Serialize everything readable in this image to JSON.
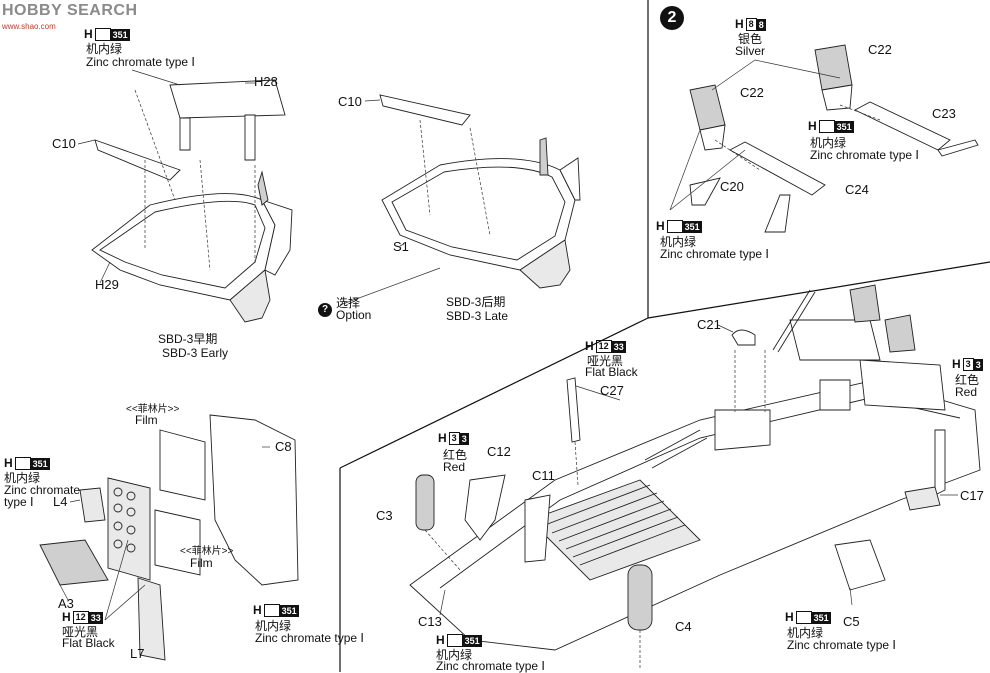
{
  "watermark": {
    "brand": "HOBBY SEARCH",
    "url": "www.shao.com"
  },
  "step_number": "2",
  "option_symbol": "?",
  "paints": {
    "zinc": {
      "code": "351",
      "zh": "机内绿",
      "en": "Zinc chromate type Ⅰ"
    },
    "silver": {
      "code": "8",
      "zh": "银色",
      "en": "Silver"
    },
    "red": {
      "code": "3",
      "zh": "红色",
      "en": "Red"
    },
    "flat_black": {
      "code": "12",
      "code2": "33",
      "zh": "哑光黑",
      "en": "Flat Black"
    }
  },
  "texts": {
    "h": "H",
    "zinc_type_i_line": "type Ⅰ",
    "zinc_en_short": "Zinc chromate",
    "film_zh": "<<菲林片>>",
    "film_en": "Film",
    "option_zh": "选择",
    "option_en": "Option",
    "sbd_early_zh": "SBD-3早期",
    "sbd_early_en": "SBD-3 Early",
    "sbd_late_zh": "SBD-3后期",
    "sbd_late_en": "SBD-3 Late"
  },
  "parts": {
    "H28": "H28",
    "C10a": "C10",
    "H29": "H29",
    "C10b": "C10",
    "S1": "S1",
    "C22a": "C22",
    "C22b": "C22",
    "C23": "C23",
    "C20": "C20",
    "C24": "C24",
    "C8": "C8",
    "L4": "L4",
    "A3": "A3",
    "L7": "L7",
    "C21": "C21",
    "C27": "C27",
    "C12": "C12",
    "C11": "C11",
    "C3": "C3",
    "C13": "C13",
    "C4": "C4",
    "C5": "C5",
    "C17": "C17"
  }
}
